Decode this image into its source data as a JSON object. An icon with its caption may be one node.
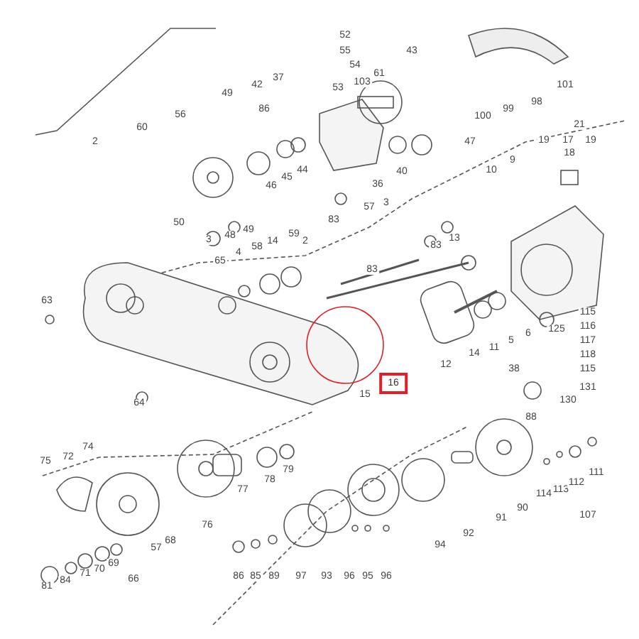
{
  "diagram": {
    "nodes": [
      {
        "text": [
          "16"
        ]
      }
    ],
    "labels": [
      "52",
      "55",
      "54",
      "43",
      "61",
      "103",
      "53",
      "101",
      "98",
      "99",
      "100",
      "37",
      "42",
      "49",
      "86",
      "56",
      "60",
      "2",
      "47",
      "21",
      "19",
      "17",
      "19",
      "18",
      "46",
      "45",
      "44",
      "40",
      "36",
      "10",
      "9",
      "57",
      "3",
      "50",
      "48",
      "49",
      "3",
      "65",
      "4",
      "58",
      "14",
      "59",
      "2",
      "83",
      "83",
      "83",
      "13",
      "63",
      "12",
      "14",
      "11",
      "5",
      "6",
      "125",
      "115",
      "116",
      "117",
      "118",
      "115",
      "131",
      "15",
      "38",
      "130",
      "88",
      "64",
      "74",
      "72",
      "75",
      "79",
      "78",
      "77",
      "76",
      "57",
      "68",
      "69",
      "70",
      "71",
      "84",
      "81",
      "66",
      "86",
      "85",
      "89",
      "97",
      "94",
      "92",
      "91",
      "90",
      "114",
      "113",
      "112",
      "111",
      "107",
      "93",
      "96",
      "95",
      "96"
    ]
  }
}
